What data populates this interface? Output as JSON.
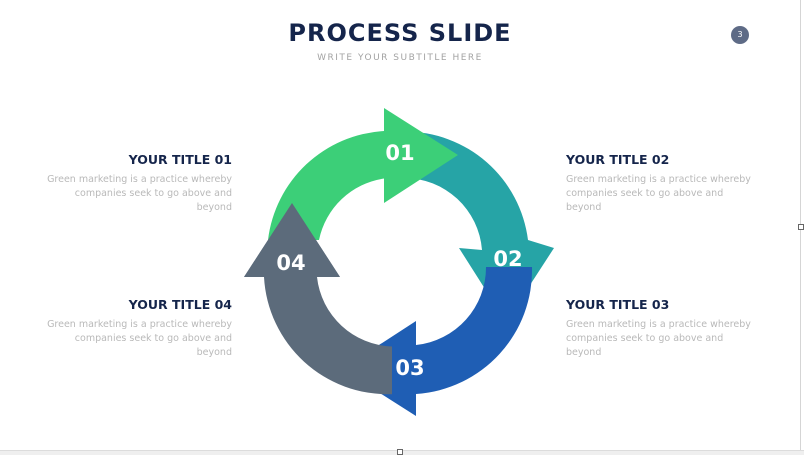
{
  "slide": {
    "title": "PROCESS SLIDE",
    "subtitle": "WRITE YOUR SUBTITLE HERE",
    "page_number": "3"
  },
  "colors": {
    "step1": "#3ccf78",
    "step2": "#26a4a6",
    "step3": "#1f5eb4",
    "step4": "#5c6b7b",
    "title": "#15254b",
    "body_text": "#b9b9b9"
  },
  "steps": [
    {
      "number": "01",
      "title": "YOUR TITLE 01",
      "desc_line1": "Green marketing is a practice whereby",
      "desc_line2": "companies seek to go above and beyond"
    },
    {
      "number": "02",
      "title": "YOUR TITLE 02",
      "desc_line1": "Green marketing is a practice whereby",
      "desc_line2": "companies seek to go above and beyond"
    },
    {
      "number": "03",
      "title": "YOUR TITLE 03",
      "desc_line1": "Green marketing is a practice whereby",
      "desc_line2": "companies seek to go above and beyond"
    },
    {
      "number": "04",
      "title": "YOUR TITLE 04",
      "desc_line1": "Green marketing is a practice whereby",
      "desc_line2": "companies seek to go above and beyond"
    }
  ]
}
